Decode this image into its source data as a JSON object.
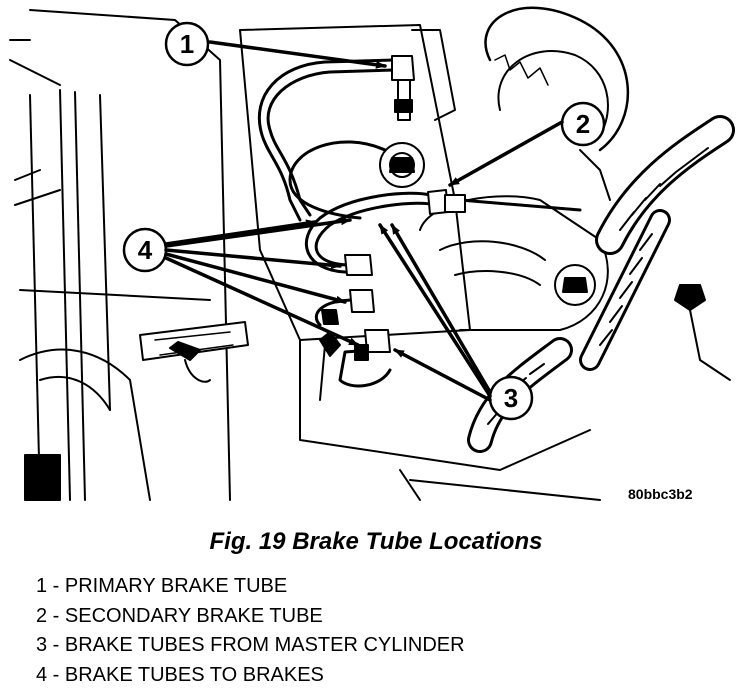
{
  "figure": {
    "id_code": "80bbc3b2",
    "caption": "Fig. 19 Brake Tube Locations"
  },
  "callouts": [
    "1",
    "2",
    "3",
    "4"
  ],
  "legend": [
    "1 - PRIMARY BRAKE TUBE",
    "2 - SECONDARY BRAKE TUBE",
    "3 - BRAKE TUBES FROM MASTER CYLINDER",
    "4 - BRAKE TUBES TO BRAKES"
  ]
}
